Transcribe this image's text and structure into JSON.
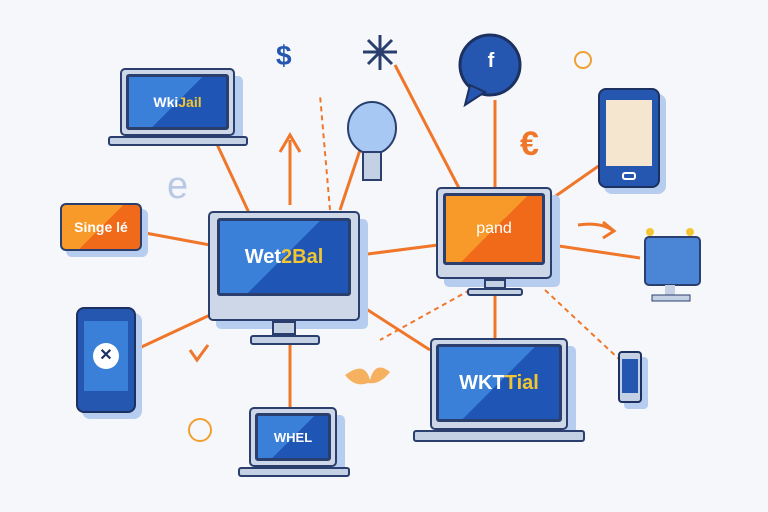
{
  "colors": {
    "accent_orange": "#f06a1a",
    "accent_blue": "#1f56b5",
    "outline": "#2b3f6e",
    "background": "#f6f7fb"
  },
  "devices": {
    "laptop_top_left": {
      "text_a": "Wki",
      "text_b": "Jail"
    },
    "label_box": {
      "text": "Singe lé"
    },
    "center_monitor": {
      "text_a": "Wet",
      "text_b": "2Bal"
    },
    "orange_monitor": {
      "text": "pand"
    },
    "laptop_bottom_right": {
      "text_a": "WKT",
      "text_b": "Tial"
    },
    "laptop_bottom": {
      "text": "WHEL"
    },
    "chat_bubble": {
      "text": "f"
    },
    "phone_left": {
      "icon": "close-icon"
    }
  },
  "symbols": {
    "euro": "€",
    "e_letter": "e",
    "currency": "$"
  }
}
